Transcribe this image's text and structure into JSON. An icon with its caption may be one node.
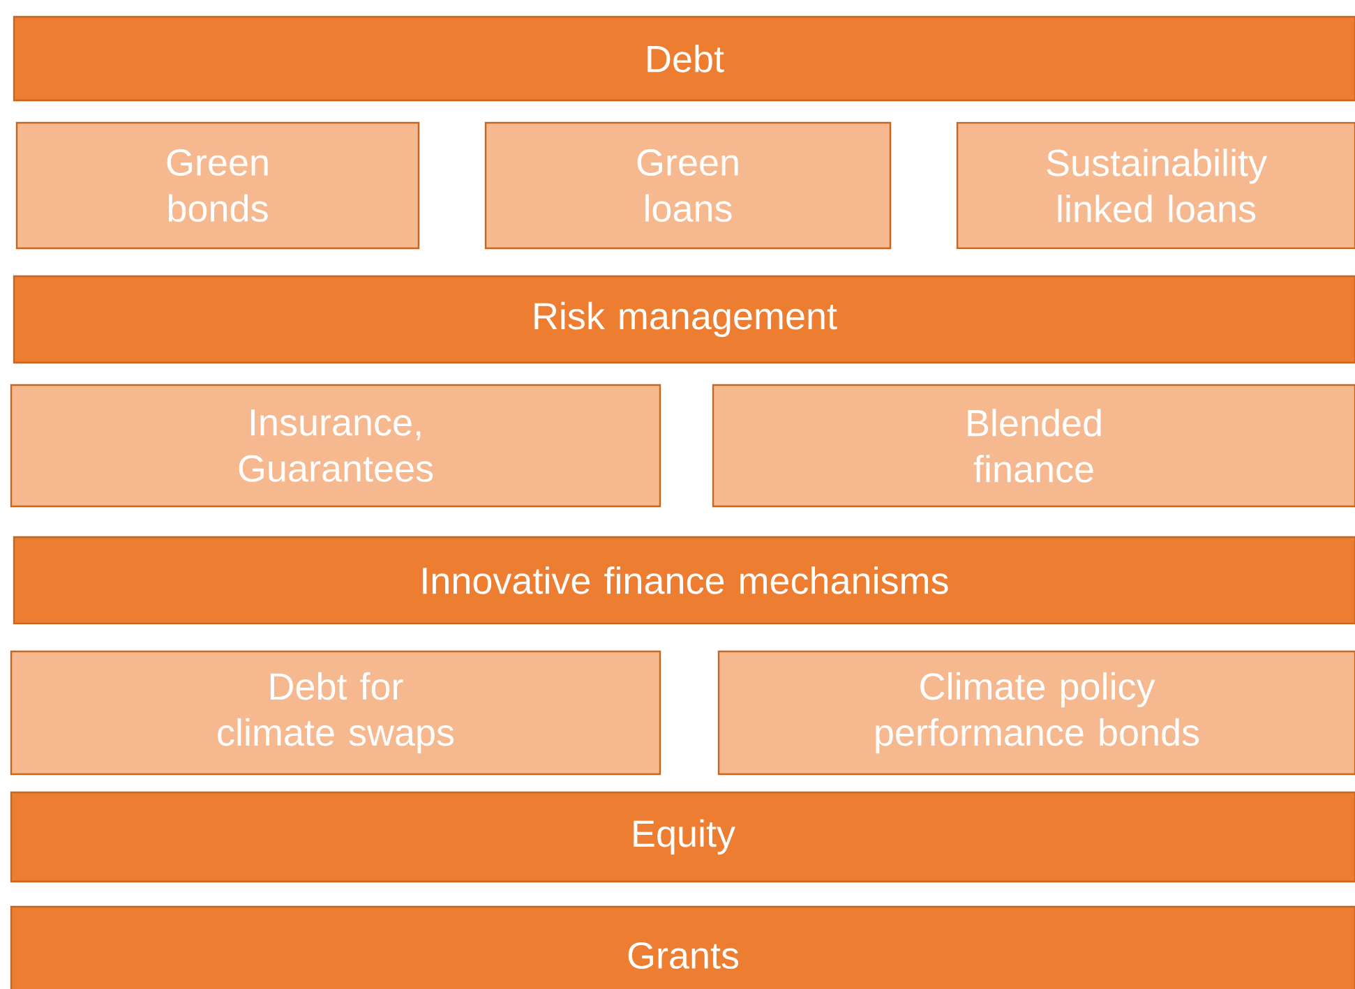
{
  "diagram": {
    "nodes": [
      {
        "text": [
          "Debt"
        ]
      },
      {
        "text": [
          "Green bonds"
        ]
      },
      {
        "text": [
          "Green loans"
        ]
      },
      {
        "text": [
          "Sustainability linked loans"
        ]
      },
      {
        "text": [
          "Risk management"
        ]
      },
      {
        "text": [
          "Insurance, Guarantees"
        ]
      },
      {
        "text": [
          "Blended finance"
        ]
      },
      {
        "text": [
          "Innovative finance mechanisms"
        ]
      },
      {
        "text": [
          "Debt for climate swaps"
        ]
      },
      {
        "text": [
          "Climate policy performance bonds"
        ]
      },
      {
        "text": [
          "Equity"
        ]
      },
      {
        "text": [
          "Grants"
        ]
      }
    ]
  }
}
